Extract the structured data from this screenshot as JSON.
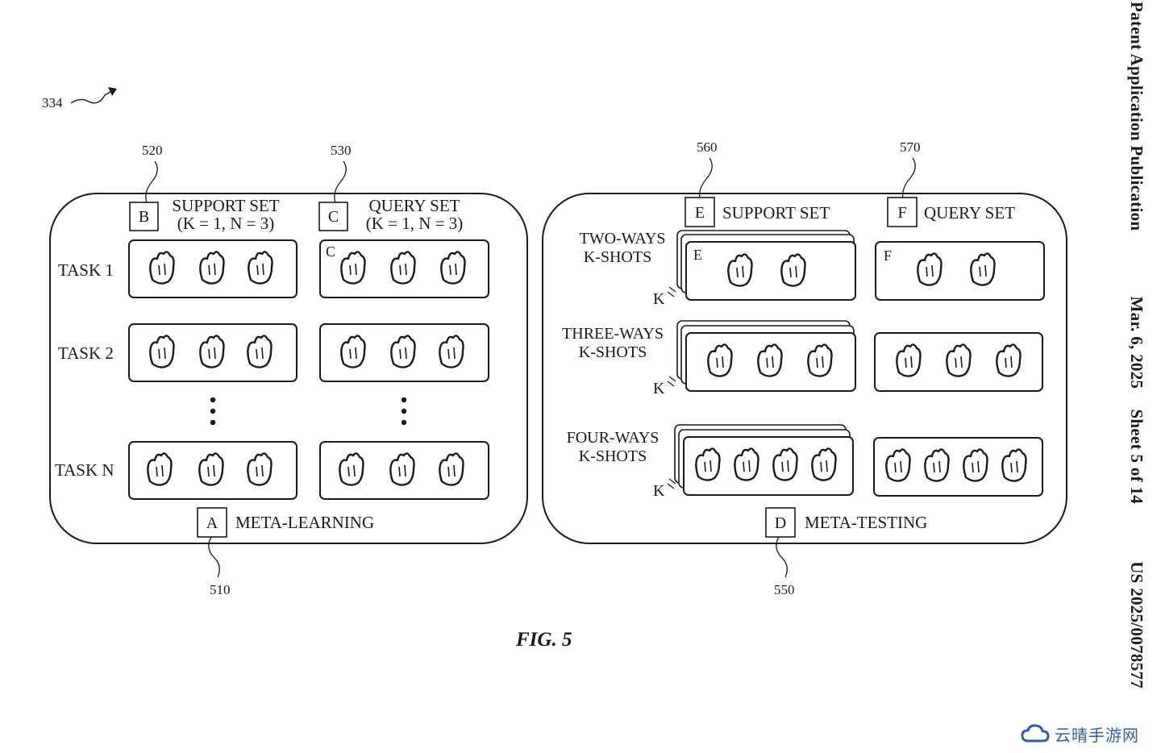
{
  "figure_ref": "334",
  "caption": "FIG. 5",
  "side_header": {
    "publication": "Patent Application Publication",
    "date": "Mar. 6, 2025",
    "sheet": "Sheet 5 of 14",
    "number": "US 2025/0078577"
  },
  "meta_learning": {
    "ref": "510",
    "letter": "A",
    "title": "META-LEARNING",
    "support": {
      "ref": "520",
      "letter": "B",
      "title": "SUPPORT SET",
      "params": "(K = 1, N = 3)"
    },
    "query": {
      "ref": "530",
      "letter": "C",
      "title": "QUERY SET",
      "params": "(K = 1, N = 3)",
      "inner_letter": "C"
    },
    "tasks": [
      {
        "label": "TASK 1",
        "gestures": [
          "victory-hand-icon",
          "raised-fist-icon",
          "raised-hand-icon"
        ]
      },
      {
        "label": "TASK 2",
        "gestures": [
          "waving-hand-icon",
          "thumbs-up-icon",
          "pointing-up-icon"
        ]
      },
      {
        "label": "TASK N",
        "gestures": [
          "heart-hands-icon",
          "ok-hand-icon",
          "palms-up-icon"
        ]
      }
    ]
  },
  "meta_testing": {
    "ref": "550",
    "letter": "D",
    "title": "META-TESTING",
    "support": {
      "ref": "560",
      "letter": "E",
      "title": "SUPPORT SET",
      "inner_letter": "E"
    },
    "query": {
      "ref": "570",
      "letter": "F",
      "title": "QUERY SET",
      "inner_letter": "F"
    },
    "k_label": "K",
    "rows": [
      {
        "label1": "TWO-WAYS",
        "label2": "K-SHOTS",
        "gestures": [
          "crossed-fingers-icon",
          "love-you-hand-icon"
        ]
      },
      {
        "label1": "THREE-WAYS",
        "label2": "K-SHOTS",
        "gestures": [
          "crossed-fingers-icon",
          "love-you-hand-icon",
          "hand-sign-icon"
        ]
      },
      {
        "label1": "FOUR-WAYS",
        "label2": "K-SHOTS",
        "gestures": [
          "crossed-fingers-icon",
          "love-you-hand-icon",
          "hand-sign-icon",
          "call-me-hand-icon"
        ]
      }
    ]
  },
  "watermark": "云晴手游网"
}
